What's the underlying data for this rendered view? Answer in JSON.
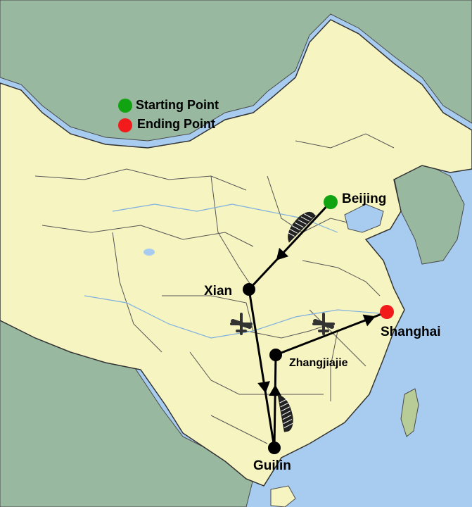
{
  "legend": {
    "start": {
      "label": "Starting Point",
      "color": "#12a312"
    },
    "end": {
      "label": "Ending Point",
      "color": "#f21a1a"
    }
  },
  "colors": {
    "sea": "#a8ccf0",
    "china": "#f6f4c0",
    "neighbors": "#98b8a0",
    "region_highlight": "#b8cc98",
    "borders": "#4a4a4a",
    "route": "#000000"
  },
  "cities": [
    {
      "name": "Beijing",
      "marker": "start"
    },
    {
      "name": "Xian",
      "marker": "stop"
    },
    {
      "name": "Zhangjiajie",
      "marker": "stop"
    },
    {
      "name": "Guilin",
      "marker": "stop"
    },
    {
      "name": "Shanghai",
      "marker": "end"
    }
  ],
  "route": [
    {
      "from": "Beijing",
      "to": "Xian",
      "transport": "train-icon"
    },
    {
      "from": "Xian",
      "to": "Guilin",
      "transport": "plane-icon"
    },
    {
      "from": "Guilin",
      "to": "Zhangjiajie",
      "transport": "train-icon"
    },
    {
      "from": "Zhangjiajie",
      "to": "Shanghai",
      "transport": "plane-icon"
    }
  ]
}
